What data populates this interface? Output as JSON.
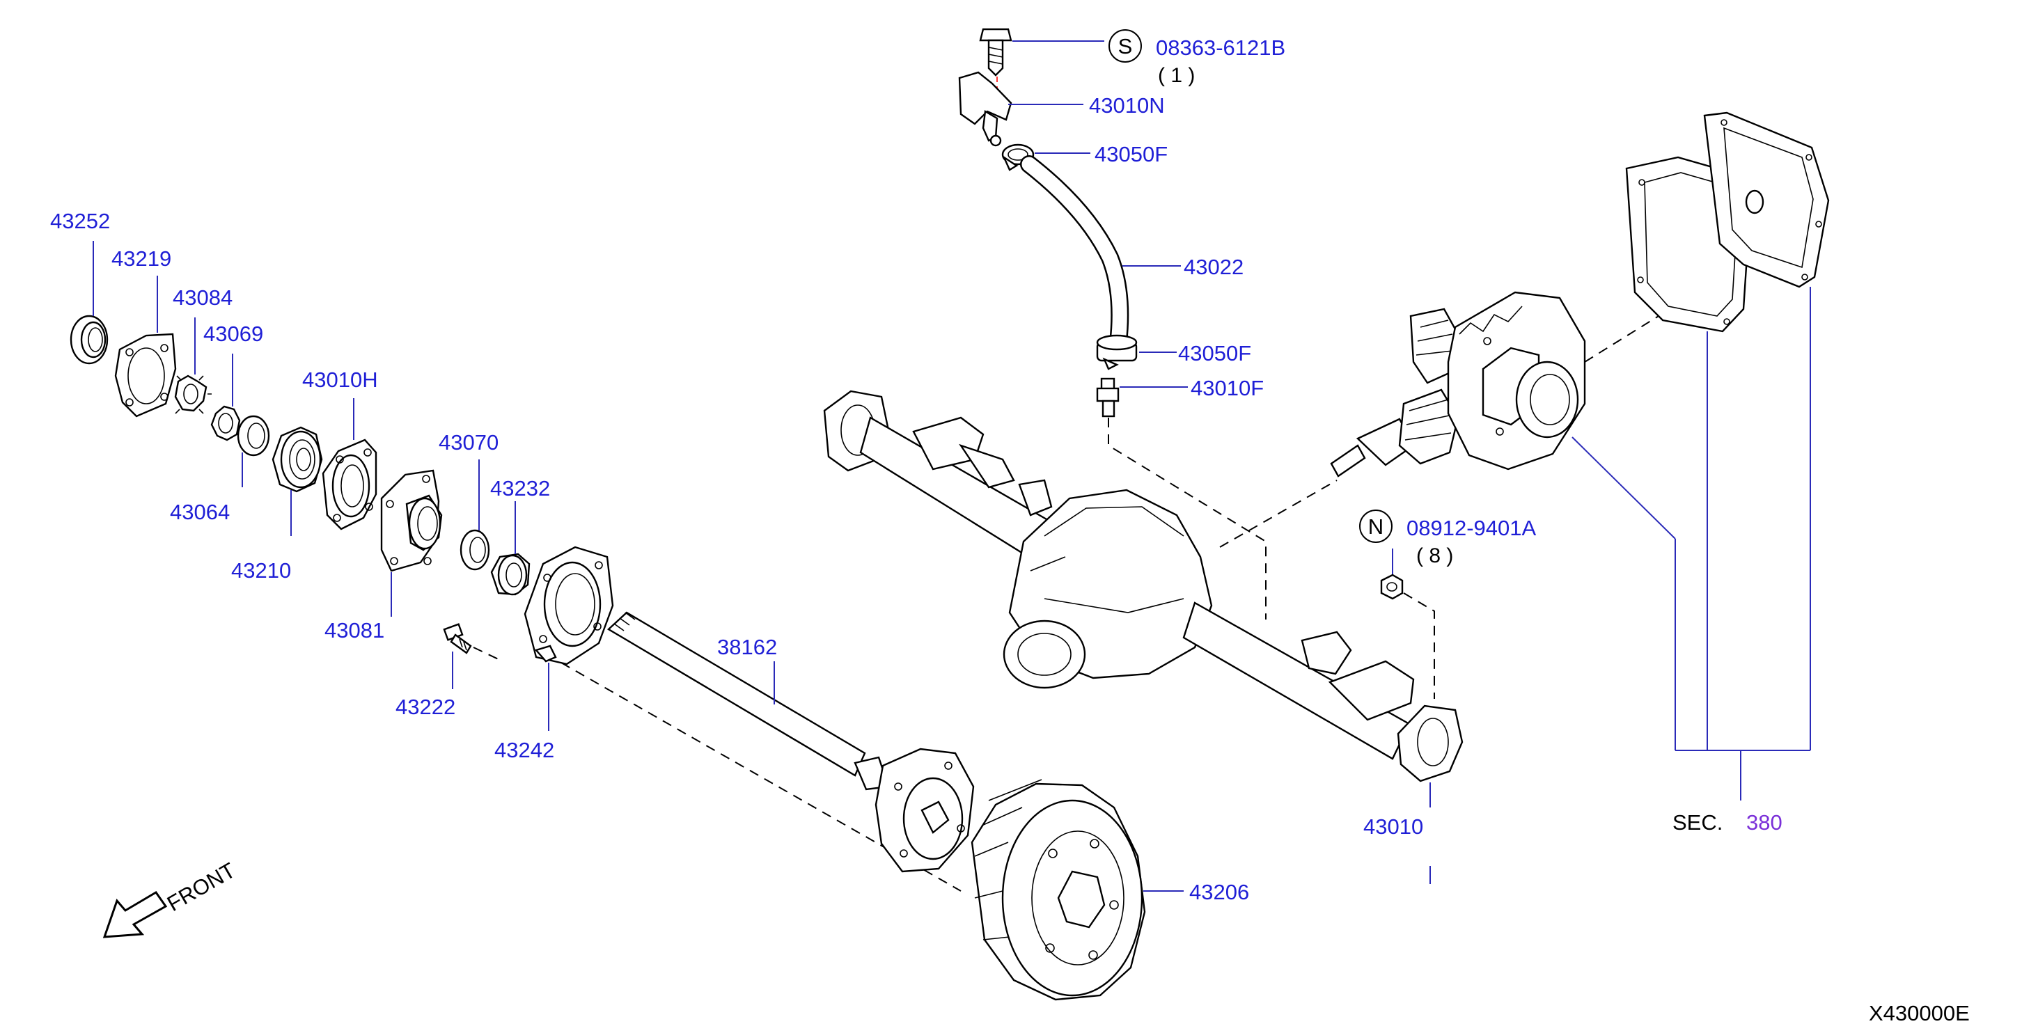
{
  "diagram": {
    "screw": {
      "symbol": "S",
      "number": "08363-6121B",
      "qty": "( 1 )"
    },
    "nut": {
      "symbol": "N",
      "number": "08912-9401A",
      "qty": "( 8 )"
    },
    "parts": {
      "breather_connector": "43010N",
      "hose_clamp_top": "43050F",
      "breather_hose": "43022",
      "hose_clamp_bottom": "43050F",
      "breather": "43010F",
      "oil_seal": "43252",
      "gasket": "43219",
      "lock_washer": "43084",
      "lock_nut": "43069",
      "spacer": "43064",
      "bearing_retainer": "43010H",
      "wheel_bearing": "43210",
      "bearing_cage": "43081",
      "inner_oil_seal": "43070",
      "inner_bearing": "43232",
      "wheel_bolt": "43222",
      "baffle_plate": "43242",
      "axle_shaft": "38162",
      "axle_housing": "43010",
      "brake_drum": "43206"
    },
    "section_ref": {
      "prefix": "SEC.",
      "number": "380"
    },
    "front_label": "FRONT",
    "figure_code": "X430000E"
  }
}
